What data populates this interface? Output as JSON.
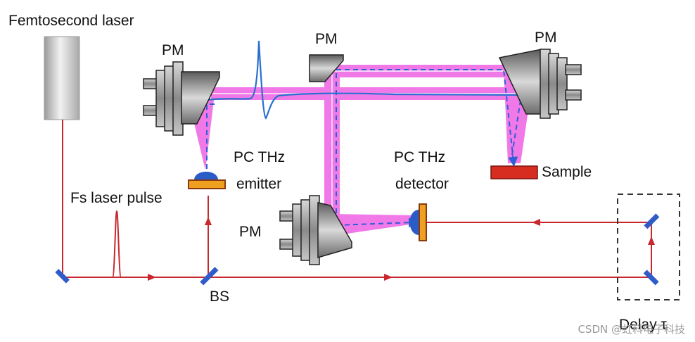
{
  "labels": {
    "laser": "Femtosecond laser",
    "pm_left": "PM",
    "pm_top": "PM",
    "pm_right": "PM",
    "pm_bottom": "PM",
    "emitter_line1": "PC THz",
    "emitter_line2": "emitter",
    "detector_line1": "PC THz",
    "detector_line2": "detector",
    "sample": "Sample",
    "fs_pulse": "Fs laser pulse",
    "bs": "BS",
    "delay": "Delay τ"
  },
  "watermark": "CSDN @虹科电子科技",
  "colors": {
    "laser_beam": "#c8282e",
    "thz_beam": "#f06ee6",
    "dashed_path": "#2f5fd6",
    "waveform": "#2a6fd0",
    "mirror": "#2f5cc8",
    "sample": "#d62d20",
    "emitter_dome": "#2a5cc8",
    "detector_dome": "#2a5cc8",
    "emitter_base": "#f0a020",
    "delay_box": "#333333"
  }
}
